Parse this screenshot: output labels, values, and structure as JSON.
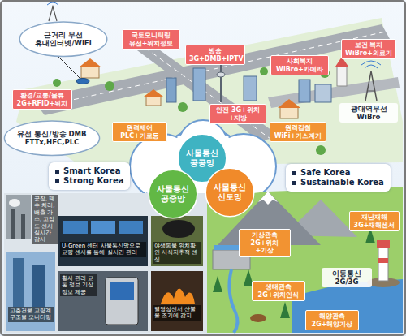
{
  "diagram": {
    "nodes": [
      {
        "text": [
          "근거리 무선 휴대인터넷/WiFi"
        ]
      },
      {
        "text": [
          "국토모니터링 유선+위치정보"
        ]
      },
      {
        "text": [
          "방송 3G+DMB+IPTV"
        ]
      },
      {
        "text": [
          "사회복지 WiBro+카메라"
        ]
      },
      {
        "text": [
          "보건 복지 WiBro+의료기"
        ]
      },
      {
        "text": [
          "환경/교통/물류 2G+RFID+위치"
        ]
      },
      {
        "text": [
          "유선 통신/방송 DMB FTTx,HFC,PLC"
        ]
      },
      {
        "text": [
          "안전 3G+위치+지방"
        ]
      },
      {
        "text": [
          "원격제어 PLC+가로등"
        ]
      },
      {
        "text": [
          "원격검침 WiFi+가스계기"
        ]
      },
      {
        "text": [
          "광대역무선 WiBro"
        ]
      },
      {
        "text": [
          "사물통신 공공망"
        ]
      },
      {
        "text": [
          "사물통신 공중망"
        ]
      },
      {
        "text": [
          "사물통신 선도망"
        ]
      },
      {
        "text": [
          "Smart Korea",
          "Strong Korea"
        ]
      },
      {
        "text": [
          "Safe Korea",
          "Sustainable Korea"
        ]
      },
      {
        "text": [
          "기상관측 2G+위치+기상"
        ]
      },
      {
        "text": [
          "재난재해 3G+재해센서"
        ]
      },
      {
        "text": [
          "이동통신 2G/3G"
        ]
      },
      {
        "text": [
          "생태관측 2G+위치인식"
        ]
      },
      {
        "text": [
          "해양관측 2G+해양기상"
        ]
      },
      {
        "text": [
          "공장, 폐수 처리, 배출 가스, 고압도 센서 실시간 감시"
        ]
      },
      {
        "text": [
          "U-Green 센터 사물통신망으로 교량 센서를 통해 실시간 관리"
        ]
      },
      {
        "text": [
          "야생동물 위치확인 서식지추적 센싱"
        ]
      },
      {
        "text": [
          "황사 관리 교통 정보 기상 정보 제공"
        ]
      },
      {
        "text": [
          "고층건물 교량계 구조물 모니터링"
        ]
      },
      {
        "text": [
          "열영상센서 산불을 조기에 감지"
        ]
      }
    ]
  }
}
